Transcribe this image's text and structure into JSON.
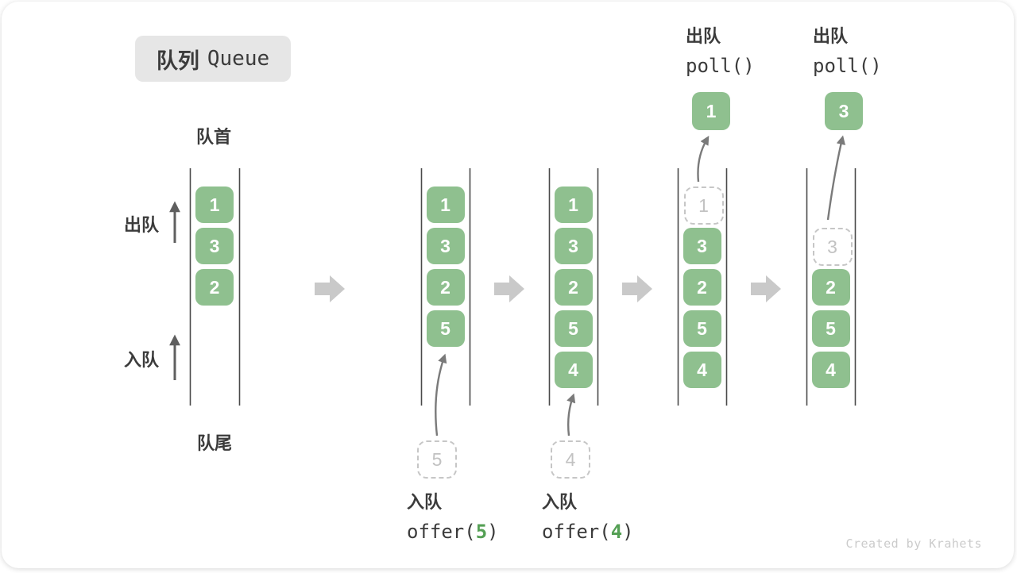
{
  "title": {
    "zh": "队列",
    "en": "Queue"
  },
  "side_labels": {
    "front": "队首",
    "rear": "队尾",
    "dequeue": "出队",
    "enqueue": "入队"
  },
  "queues": [
    {
      "id": "state-1",
      "blocks": [
        {
          "slot": 0,
          "value": "1"
        },
        {
          "slot": 1,
          "value": "3"
        },
        {
          "slot": 2,
          "value": "2"
        }
      ]
    },
    {
      "id": "state-2",
      "blocks": [
        {
          "slot": 0,
          "value": "1"
        },
        {
          "slot": 1,
          "value": "3"
        },
        {
          "slot": 2,
          "value": "2"
        },
        {
          "slot": 3,
          "value": "5"
        }
      ],
      "incoming": "5"
    },
    {
      "id": "state-3",
      "blocks": [
        {
          "slot": 0,
          "value": "1"
        },
        {
          "slot": 1,
          "value": "3"
        },
        {
          "slot": 2,
          "value": "2"
        },
        {
          "slot": 3,
          "value": "5"
        },
        {
          "slot": 4,
          "value": "4"
        }
      ],
      "incoming": "4"
    },
    {
      "id": "state-4",
      "blocks": [
        {
          "slot": 0,
          "value": "1",
          "ghost": true
        },
        {
          "slot": 1,
          "value": "3"
        },
        {
          "slot": 2,
          "value": "2"
        },
        {
          "slot": 3,
          "value": "5"
        },
        {
          "slot": 4,
          "value": "4"
        }
      ],
      "popped": "1"
    },
    {
      "id": "state-5",
      "blocks": [
        {
          "slot": 1,
          "value": "3",
          "ghost": true
        },
        {
          "slot": 2,
          "value": "2"
        },
        {
          "slot": 3,
          "value": "5"
        },
        {
          "slot": 4,
          "value": "4"
        }
      ],
      "popped": "3"
    }
  ],
  "dequeue_ops": [
    {
      "label": "出队",
      "code": "poll()"
    },
    {
      "label": "出队",
      "code": "poll()"
    }
  ],
  "enqueue_ops": [
    {
      "label": "入队",
      "fn": "offer(",
      "arg": "5",
      "close": ")"
    },
    {
      "label": "入队",
      "fn": "offer(",
      "arg": "4",
      "close": ")"
    }
  ],
  "watermark": "Created by Krahets",
  "colors": {
    "block_green": "#8FC08F",
    "digit_green": "#55A055",
    "ghost_border": "#C6C6C6",
    "ghost_text": "#C2C2C2",
    "text_dark": "#3B3B3B",
    "badge_bg": "#E6E6E6",
    "wall_gray": "#4A4A4A",
    "big_arrow_gray": "#C9C9C9",
    "thin_arrow_gray": "#7A7A7A",
    "side_arrow_gray": "#5F5F5F",
    "watermark_gray": "#CBCBCB"
  }
}
